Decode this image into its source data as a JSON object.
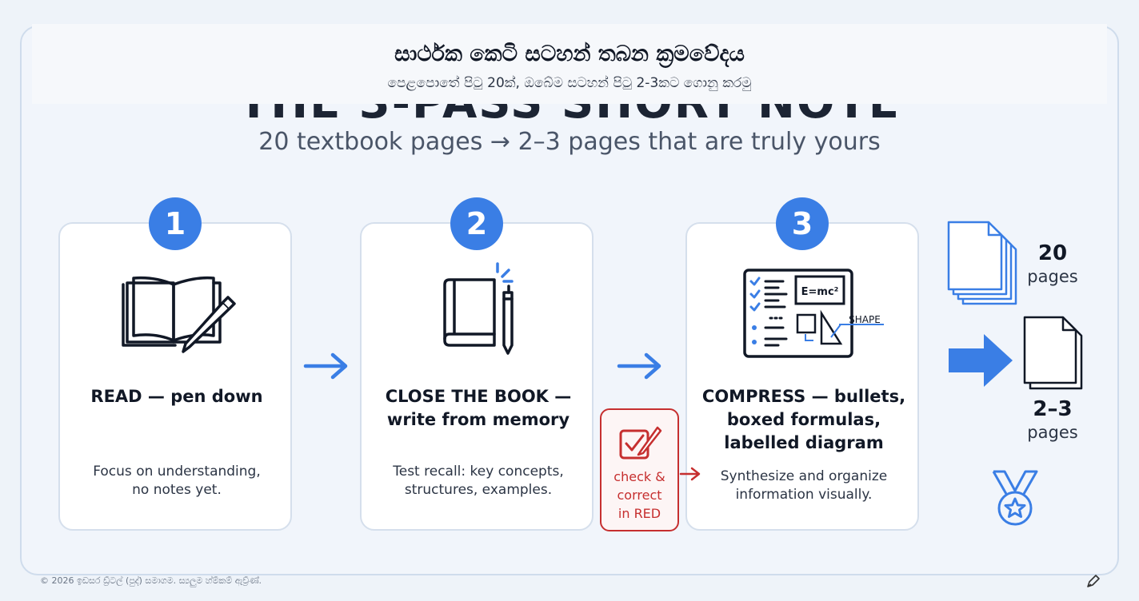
{
  "banner": {
    "title": "සාර්ථක කෙටි සටහන් තබන ක්‍රමවේදය",
    "subtitle": "පෙළපොතේ පිටු 20ක්, ඔබේම සටහන් පිටු 2-3කට ගොනු කරමු"
  },
  "background_title": "THE 3-PASS SHORT NOTE",
  "subtitle": "20 textbook pages → 2–3 pages that are truly yours",
  "steps": [
    {
      "number": "1",
      "title_line1": "READ — pen down",
      "title_line2": "",
      "desc_line1": "Focus on understanding,",
      "desc_line2": "no notes yet.",
      "icon": "open-book-pen-icon"
    },
    {
      "number": "2",
      "title_line1": "CLOSE THE BOOK —",
      "title_line2": "write from memory",
      "desc_line1": "Test recall: key concepts,",
      "desc_line2": "structures, examples.",
      "icon": "closed-book-pen-icon"
    },
    {
      "number": "3",
      "title_line1": "COMPRESS — bullets,",
      "title_line2": "boxed formulas,",
      "title_line3": "labelled diagram",
      "desc_line1": "Synthesize and organize",
      "desc_line2": "information visually.",
      "icon": "notes-board-icon"
    }
  ],
  "board": {
    "formula": "E=mc²",
    "shape_label": "SHAPE"
  },
  "check": {
    "line1": "check &",
    "line2": "correct",
    "line3": "in RED",
    "icon": "checkmark-pen-icon"
  },
  "result": {
    "before_number": "20",
    "before_label": "pages",
    "after_number": "2–3",
    "after_label": "pages"
  },
  "footer": {
    "text": "© 2026 ඉඩසර ඩ්‍ර්ටල් (පුද්) සමාගම. ස්‍යලුම හ්‍ම්‍කම් ඇව්‍ර්ණ්‍."
  },
  "colors": {
    "accent": "#3a7ee5",
    "red": "#c62f2f",
    "card_border": "#d5dfec"
  }
}
